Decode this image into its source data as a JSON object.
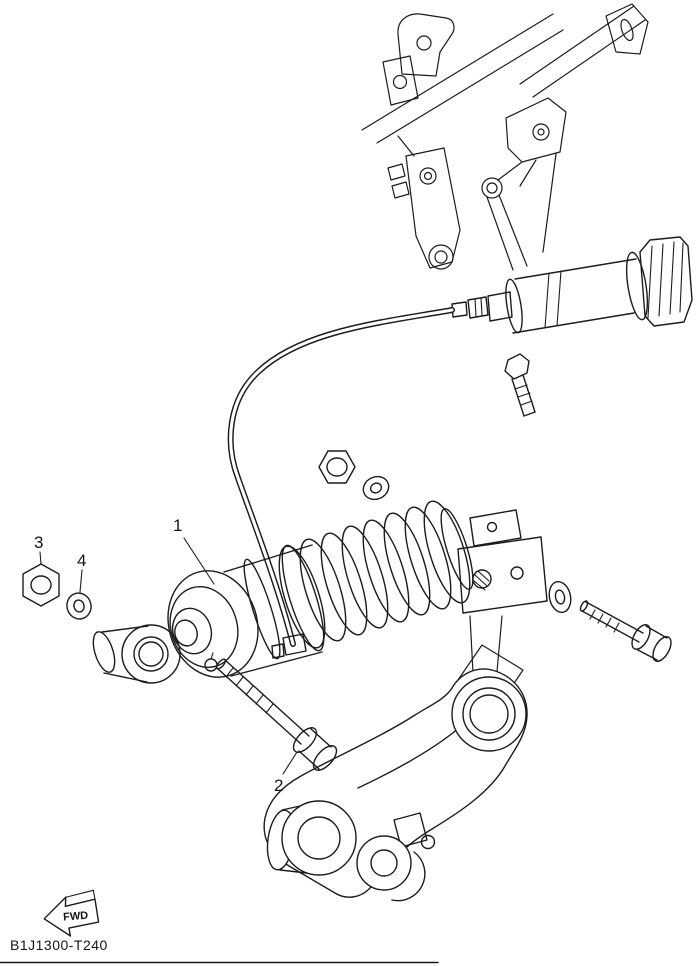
{
  "diagram": {
    "part_code": "B1J1300-T240",
    "fwd_label": "FWD",
    "callouts": [
      {
        "label": "1"
      },
      {
        "label": "2"
      },
      {
        "label": "3"
      },
      {
        "label": "4"
      }
    ],
    "colors": {
      "line": "#1c1c1c",
      "background": "#ffffff"
    }
  }
}
